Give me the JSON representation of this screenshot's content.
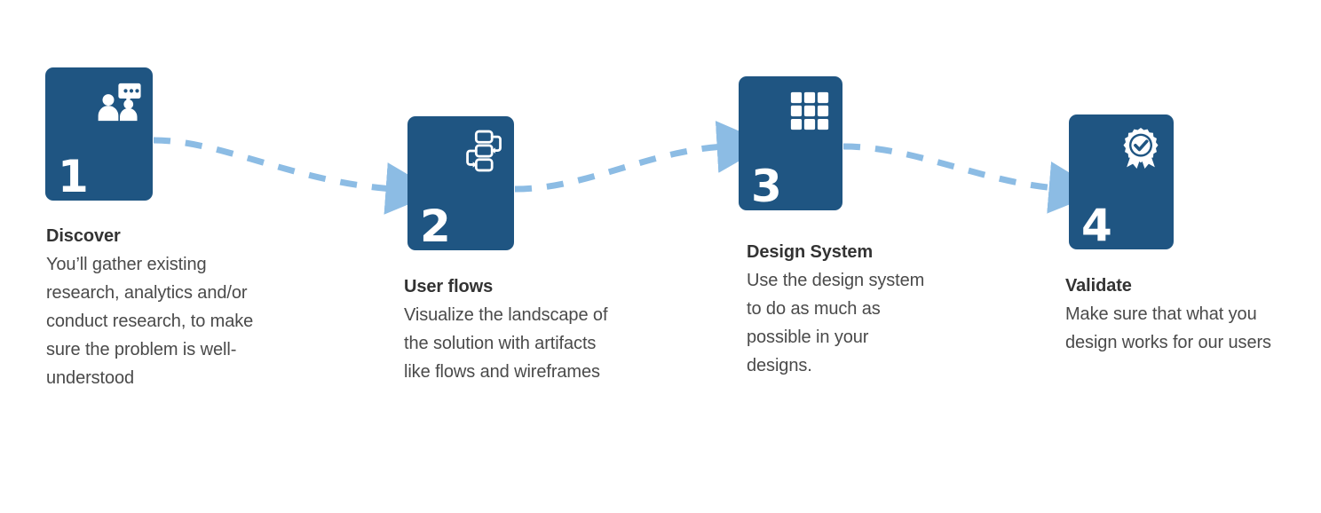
{
  "diagram": {
    "title": "Design process four step flow",
    "card_color": "#1f5582",
    "connector_color": "#8cbce4",
    "title_color": "#333333",
    "body_color": "#4a4a4a",
    "background": "#ffffff"
  },
  "steps": [
    {
      "number": "1",
      "icon": "people-discussion-icon",
      "title": "Discover",
      "body": "You’ll gather existing research, analytics and/or conduct research, to make sure the problem is well-understood"
    },
    {
      "number": "2",
      "icon": "flowchart-icon",
      "title": "User flows",
      "body": "Visualize the landscape of the solution with artifacts like flows and wireframes"
    },
    {
      "number": "3",
      "icon": "grid-icon",
      "title": "Design System",
      "body": "Use the design system to do as much as possible in your designs."
    },
    {
      "number": "4",
      "icon": "award-check-icon",
      "title": "Validate",
      "body": "Make sure that what you design works for our users"
    }
  ],
  "connectors": [
    {
      "name": "connector-1-to-2",
      "from": "1",
      "to": "2"
    },
    {
      "name": "connector-2-to-3",
      "from": "2",
      "to": "3"
    },
    {
      "name": "connector-3-to-4",
      "from": "3",
      "to": "4"
    }
  ]
}
